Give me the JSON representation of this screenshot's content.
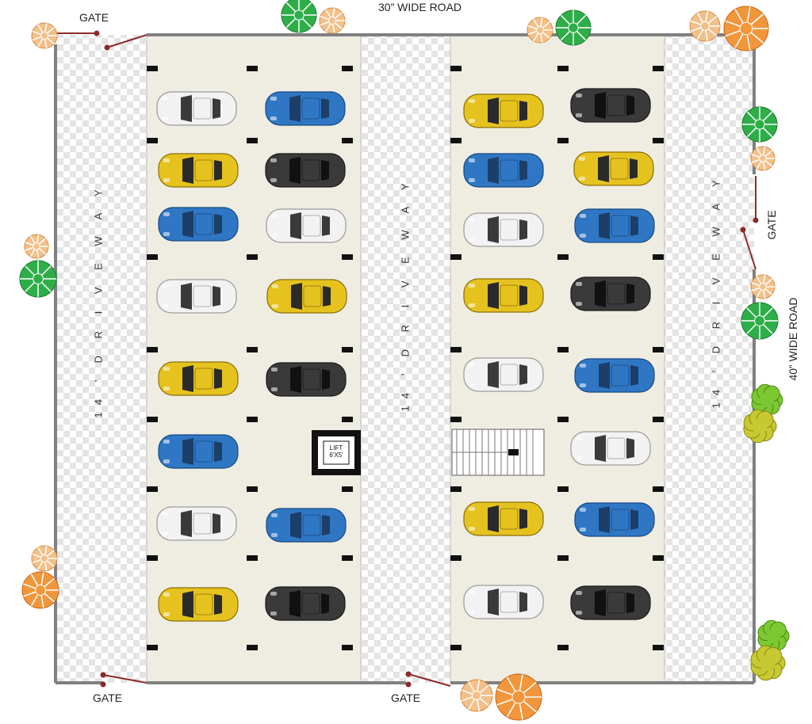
{
  "labels": {
    "top_road": "30” WIDE ROAD",
    "right_road": "40” WIDE ROAD",
    "gate": "GATE",
    "driveway": "14 ’  D R I V E  W A Y",
    "lift_line1": "LIFT",
    "lift_line2": "6'X5'"
  },
  "colors": {
    "wall": "#808080",
    "parking_floor": "#efede2",
    "gate_line": "#8b2a2a",
    "car_yellow": "#e6c21f",
    "car_blue": "#2f77c4",
    "car_white": "#f2f2f2",
    "car_black": "#3a3a3a",
    "tree_green": "#2eae48",
    "tree_orange": "#f2963c",
    "tree_peach": "#f3c08a",
    "shrub_green": "#7cc832",
    "shrub_yellow": "#c8c832"
  },
  "cars": [
    {
      "id": "c1",
      "color": "white"
    },
    {
      "id": "c2",
      "color": "blue"
    },
    {
      "id": "c3",
      "color": "yellow"
    },
    {
      "id": "c4",
      "color": "black"
    },
    {
      "id": "c5",
      "color": "blue"
    },
    {
      "id": "c6",
      "color": "white"
    },
    {
      "id": "c7",
      "color": "white"
    },
    {
      "id": "c8",
      "color": "yellow"
    },
    {
      "id": "c9",
      "color": "yellow"
    },
    {
      "id": "c10",
      "color": "black"
    },
    {
      "id": "c11",
      "color": "blue"
    },
    {
      "id": "c12",
      "color": "white"
    },
    {
      "id": "c13",
      "color": "blue"
    },
    {
      "id": "c14",
      "color": "yellow"
    },
    {
      "id": "c15",
      "color": "black"
    },
    {
      "id": "c16",
      "color": "yellow"
    },
    {
      "id": "c17",
      "color": "black"
    },
    {
      "id": "c18",
      "color": "blue"
    },
    {
      "id": "c19",
      "color": "yellow"
    },
    {
      "id": "c20",
      "color": "white"
    },
    {
      "id": "c21",
      "color": "blue"
    },
    {
      "id": "c22",
      "color": "yellow"
    },
    {
      "id": "c23",
      "color": "black"
    },
    {
      "id": "c24",
      "color": "white"
    },
    {
      "id": "c25",
      "color": "blue"
    },
    {
      "id": "c26",
      "color": "white"
    },
    {
      "id": "c27",
      "color": "yellow"
    },
    {
      "id": "c28",
      "color": "blue"
    },
    {
      "id": "c29",
      "color": "white"
    },
    {
      "id": "c30",
      "color": "black"
    }
  ]
}
